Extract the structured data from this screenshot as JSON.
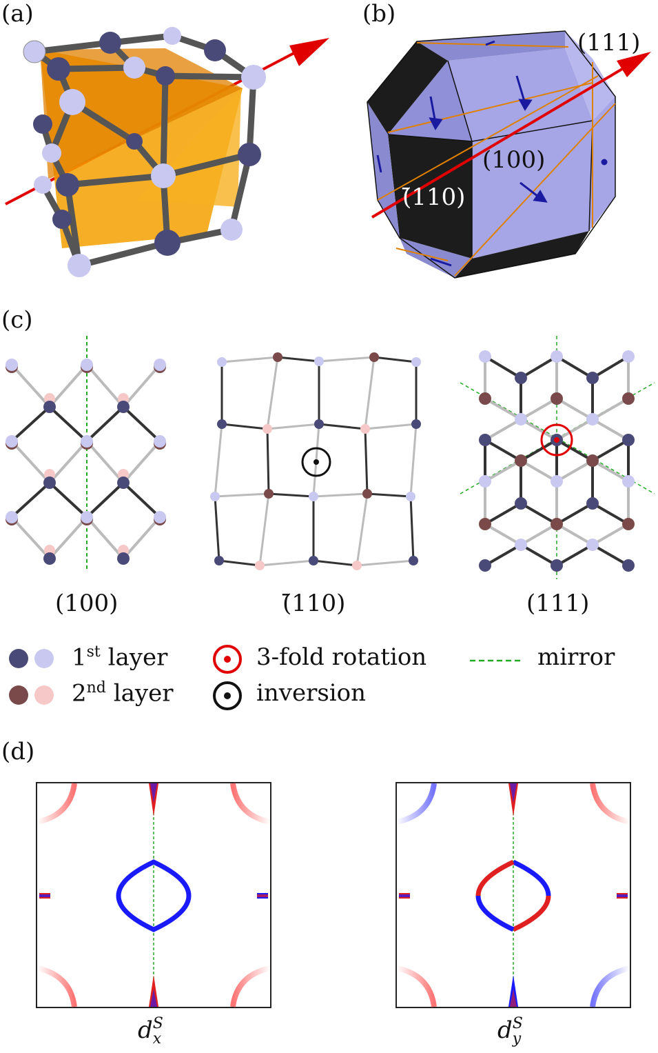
{
  "panels": {
    "a": "(a)",
    "b": "(b)",
    "c": "(c)",
    "d": "(d)"
  },
  "panel_b": {
    "face_111": "(111)",
    "face_100": "(100)",
    "face_110": "(̄110)"
  },
  "panel_c": {
    "labels": [
      "(100)",
      "(̄110)",
      "(111)"
    ]
  },
  "legend": {
    "layer1": "1st layer",
    "layer1_base": "1",
    "layer1_sup": "st",
    "layer1_rest": " layer",
    "layer2_base": "2",
    "layer2_sup": "nd",
    "layer2_rest": " layer",
    "rotation": "3-fold rotation",
    "inversion": "inversion",
    "mirror": "mirror"
  },
  "panel_d": {
    "left_label_base": "d",
    "left_label_sup": "S",
    "left_label_sub": "x",
    "right_label_base": "d",
    "right_label_sup": "S",
    "right_label_sub": "y"
  },
  "colors": {
    "dark_atom": "#4a4a78",
    "light_atom": "#c8c8f0",
    "brown_atom": "#7a4a4a",
    "pink_atom": "#f7c8c8",
    "mirror": "#22aa22",
    "rotation": "#e00000",
    "face_blue": "#a6a6e6",
    "face_black": "#1c1c1c",
    "orange": "#f4a000",
    "red_arrow": "#e00000"
  }
}
